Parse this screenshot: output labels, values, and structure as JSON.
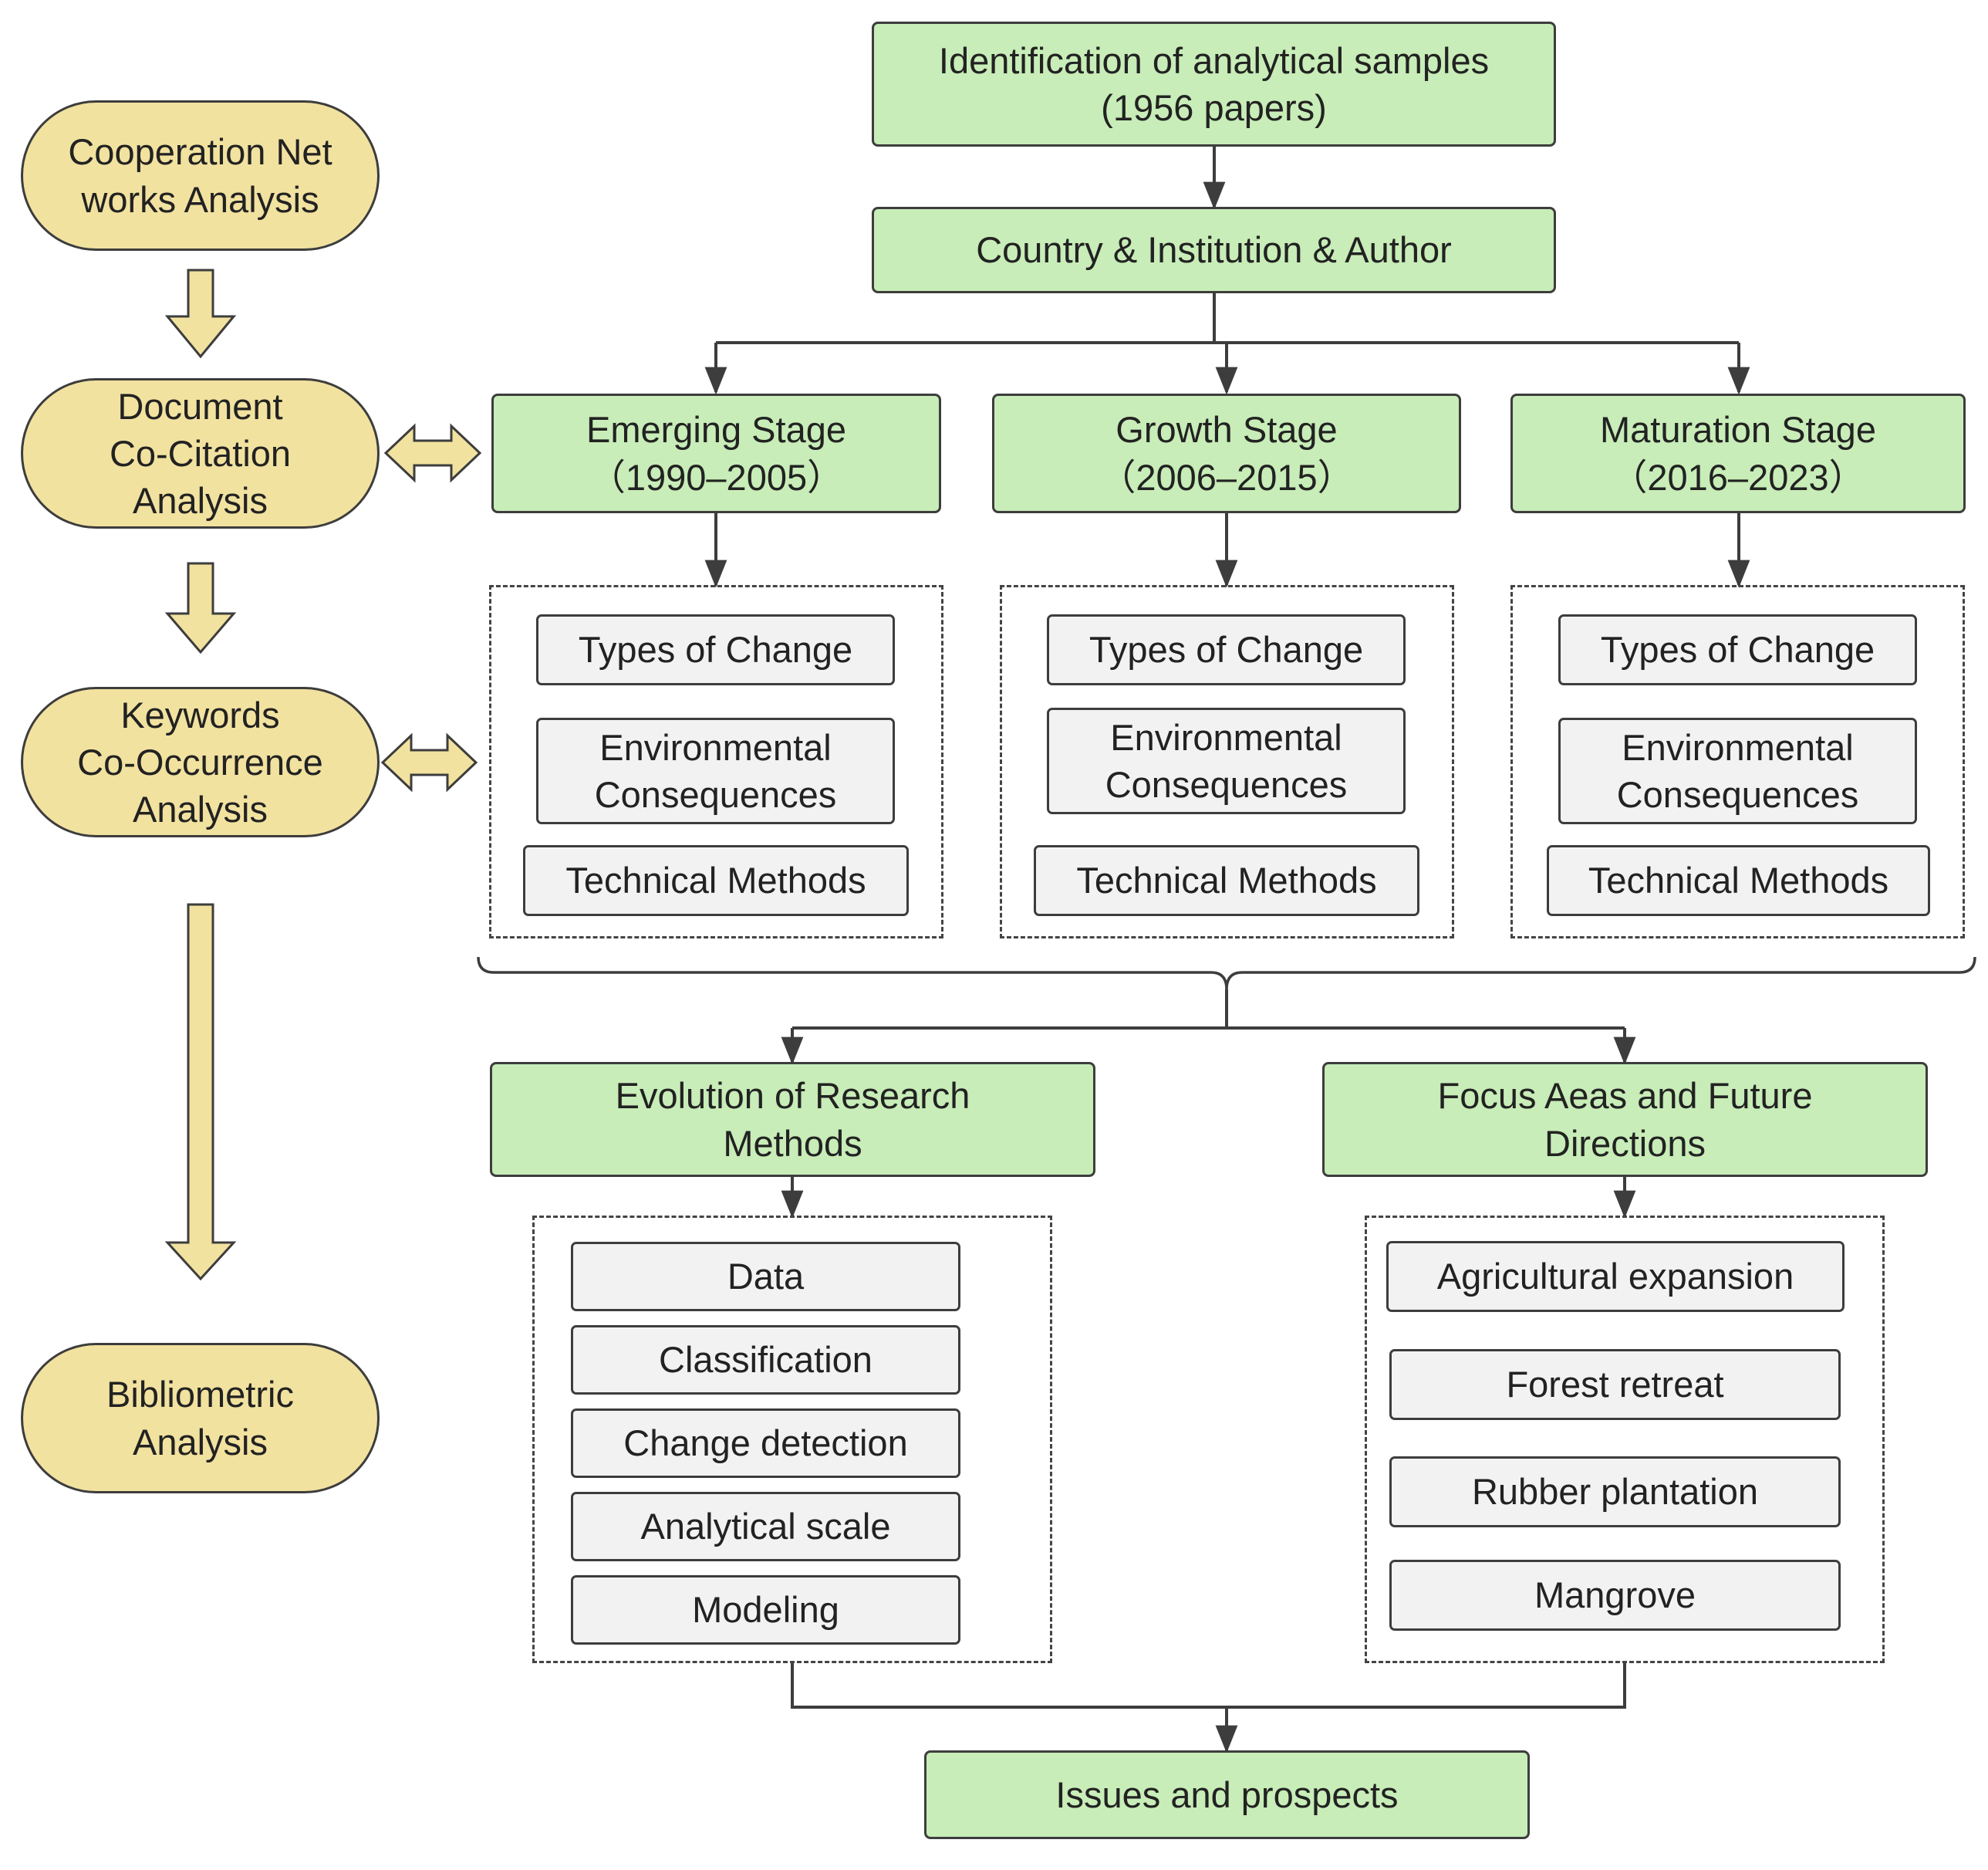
{
  "methods": {
    "cooperation": "Cooperation Net\nworks Analysis",
    "document": "Document\nCo-Citation\nAnalysis",
    "keywords": "Keywords\nCo-Occurrence\nAnalysis",
    "bibliometric": "Bibliometric\nAnalysis"
  },
  "top": {
    "samples": "Identification of analytical samples\n(1956 papers)",
    "country": "Country  &  Institution  &  Author"
  },
  "stages": [
    {
      "title": "Emerging Stage\n（1990–2005）",
      "items": [
        "Types of Change",
        "Environmental\nConsequences",
        "Technical Methods"
      ]
    },
    {
      "title": "Growth Stage\n（2006–2015）",
      "items": [
        "Types of Change",
        "Environmental\nConsequences",
        "Technical Methods"
      ]
    },
    {
      "title": "Maturation Stage\n（2016–2023）",
      "items": [
        "Types of Change",
        "Environmental\nConsequences",
        "Technical Methods"
      ]
    }
  ],
  "evolution": {
    "title": "Evolution of Research\nMethods",
    "items": [
      "Data",
      "Classification",
      "Change detection",
      "Analytical scale",
      "Modeling"
    ]
  },
  "focus": {
    "title": "Focus Aeas and Future\nDirections",
    "items": [
      "Agricultural expansion",
      "Forest retreat",
      "Rubber plantation",
      "Mangrove"
    ]
  },
  "issues": "Issues and prospects",
  "colors": {
    "process_fill": "#c8edb8",
    "method_fill": "#f2e2a0",
    "item_fill": "#f2f2f2",
    "stroke": "#3d3d3d"
  }
}
